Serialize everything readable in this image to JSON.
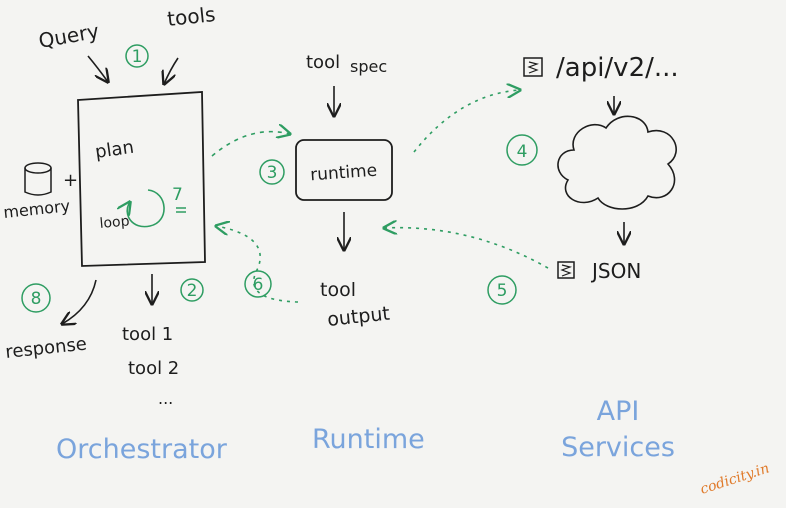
{
  "inputs": {
    "query": "Query",
    "tools": "tools"
  },
  "orchestrator_box": {
    "plan": "plan",
    "loop": "loop",
    "loop_step": "7"
  },
  "memory": {
    "plus": "+",
    "label": "memory"
  },
  "tool_list": {
    "tool1": "tool 1",
    "tool2": "tool 2",
    "more": "..."
  },
  "response": "response",
  "tool_spec": {
    "line1": "tool",
    "line2": "spec"
  },
  "runtime_box": "runtime",
  "tool_output": {
    "line1": "tool",
    "line2": "output"
  },
  "api": {
    "endpoint": "/api/v2/...",
    "json": "JSON"
  },
  "steps": [
    "1",
    "2",
    "3",
    "4",
    "5",
    "6",
    "7",
    "8"
  ],
  "sections": {
    "orchestrator": "Orchestrator",
    "runtime": "Runtime",
    "api_line1": "API",
    "api_line2": "Services"
  },
  "brand": "codicity.in",
  "colors": {
    "ink": "#1d1d1d",
    "step": "#2e9d62",
    "section": "#7aa4dc",
    "brand": "#e07a2a",
    "background": "#f4f4f2"
  }
}
